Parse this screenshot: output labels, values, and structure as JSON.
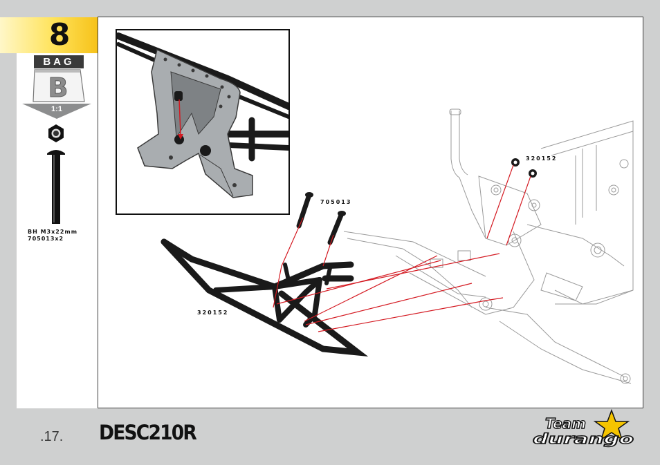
{
  "step": {
    "number": "8"
  },
  "bag": {
    "label": "BAG",
    "letter": "B"
  },
  "scale": {
    "label": "1:1"
  },
  "hardware": {
    "description": "BH M3x22mm",
    "part_number": "705013x2"
  },
  "callouts": {
    "screw_part": "705013",
    "bumper_part": "320152",
    "nut_part": "320152"
  },
  "footer": {
    "page_number": ".17.",
    "model_logo_text": "DESC210R",
    "brand_logo_line1": "Team",
    "brand_logo_line2": "durango"
  },
  "colors": {
    "accent_yellow": "#ffe35a",
    "guide_line_red": "#d41a22",
    "frame_dark": "#3a3a3a",
    "page_background": "#cfd0d0"
  },
  "icons": [
    "nut-icon",
    "screw-icon",
    "bag-icon",
    "scale-arrow-icon"
  ]
}
